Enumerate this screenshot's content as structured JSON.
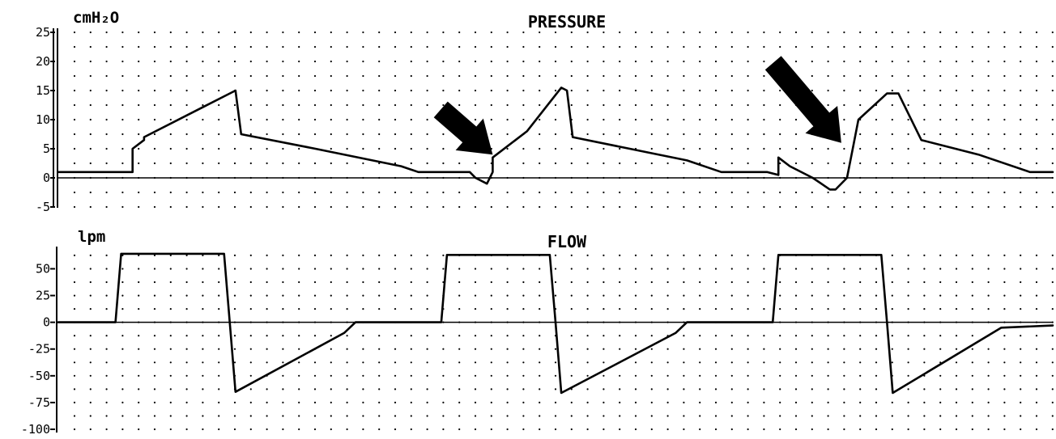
{
  "chart_data": [
    {
      "type": "line",
      "title": "PRESSURE",
      "ylabel": "cmH₂O",
      "ylim": [
        -5,
        25
      ],
      "yticks": [
        "25",
        "20",
        "15",
        "10",
        "5",
        "0",
        "-5"
      ],
      "grid": "dotted",
      "series": [
        {
          "x": [
            0,
            13,
            13,
            15,
            15,
            30,
            31,
            32,
            45,
            60,
            63,
            70,
            72,
            73,
            75,
            76,
            76,
            82,
            88,
            89,
            90,
            100,
            110,
            116,
            124,
            126,
            126,
            128,
            132,
            135,
            136,
            138,
            139,
            140,
            145,
            147,
            151,
            161,
            170,
            174
          ],
          "values": [
            1,
            1,
            5,
            6.5,
            7,
            14.5,
            15,
            7.5,
            5,
            2,
            1,
            1,
            1,
            0,
            -1,
            1,
            3.5,
            8,
            15.5,
            15,
            7,
            5,
            3,
            1,
            1,
            0.5,
            3.5,
            2,
            0,
            -2,
            -2,
            0,
            5,
            10,
            14.5,
            14.5,
            6.5,
            4,
            1,
            1
          ]
        }
      ],
      "annotations": [
        {
          "type": "arrow",
          "points_to_x": 76,
          "points_to_y": 4
        },
        {
          "type": "arrow",
          "points_to_x": 137,
          "points_to_y": 6
        }
      ]
    },
    {
      "type": "line",
      "title": "FLOW",
      "ylabel": "lpm",
      "ylim": [
        -100,
        70
      ],
      "yticks": [
        "50",
        "25",
        "0",
        "-25",
        "-50",
        "-75",
        "-100"
      ],
      "grid": "dotted",
      "series": [
        {
          "x": [
            0,
            10,
            11,
            29,
            30,
            31,
            50,
            52,
            54,
            67,
            68,
            86,
            87,
            88,
            108,
            110,
            114,
            125,
            126,
            144,
            145,
            146,
            165,
            174
          ],
          "values": [
            0,
            0,
            64,
            64,
            0,
            -65,
            -10,
            0,
            0,
            0,
            63,
            63,
            0,
            -66,
            -10,
            0,
            0,
            0,
            63,
            63,
            0,
            -66,
            -5,
            -3
          ]
        }
      ]
    }
  ]
}
